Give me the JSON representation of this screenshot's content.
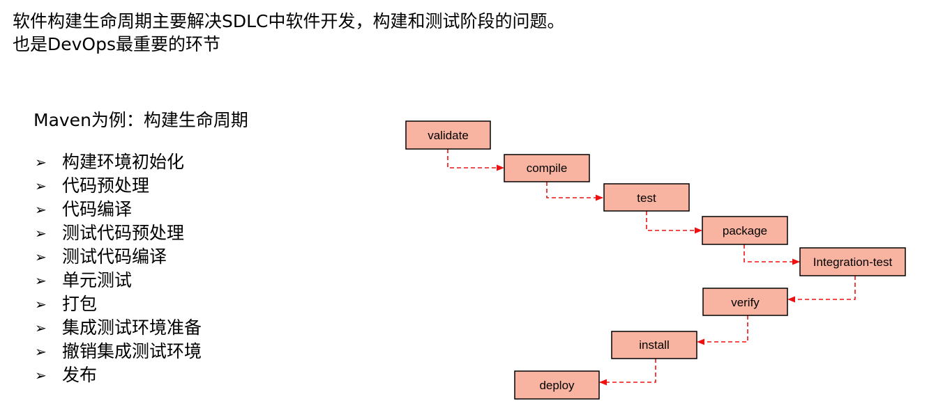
{
  "heading": {
    "line1": "软件构建生命周期主要解决SDLC中软件开发，构建和测试阶段的问题。",
    "line2": "也是DevOps最重要的环节"
  },
  "subtitle": "Maven为例：构建生命周期",
  "bullet_glyph": "➢",
  "steps": [
    "构建环境初始化",
    "代码预处理",
    "代码编译",
    "测试代码预处理",
    "测试代码编译",
    "单元测试",
    "打包",
    "集成测试环境准备",
    "撤销集成测试环境",
    "发布"
  ],
  "diagram": {
    "box_fill": "#f8b4a0",
    "connector_color": "#ee1111",
    "phases": [
      "validate",
      "compile",
      "test",
      "package",
      "Integration-test",
      "verify",
      "install",
      "deploy"
    ]
  }
}
